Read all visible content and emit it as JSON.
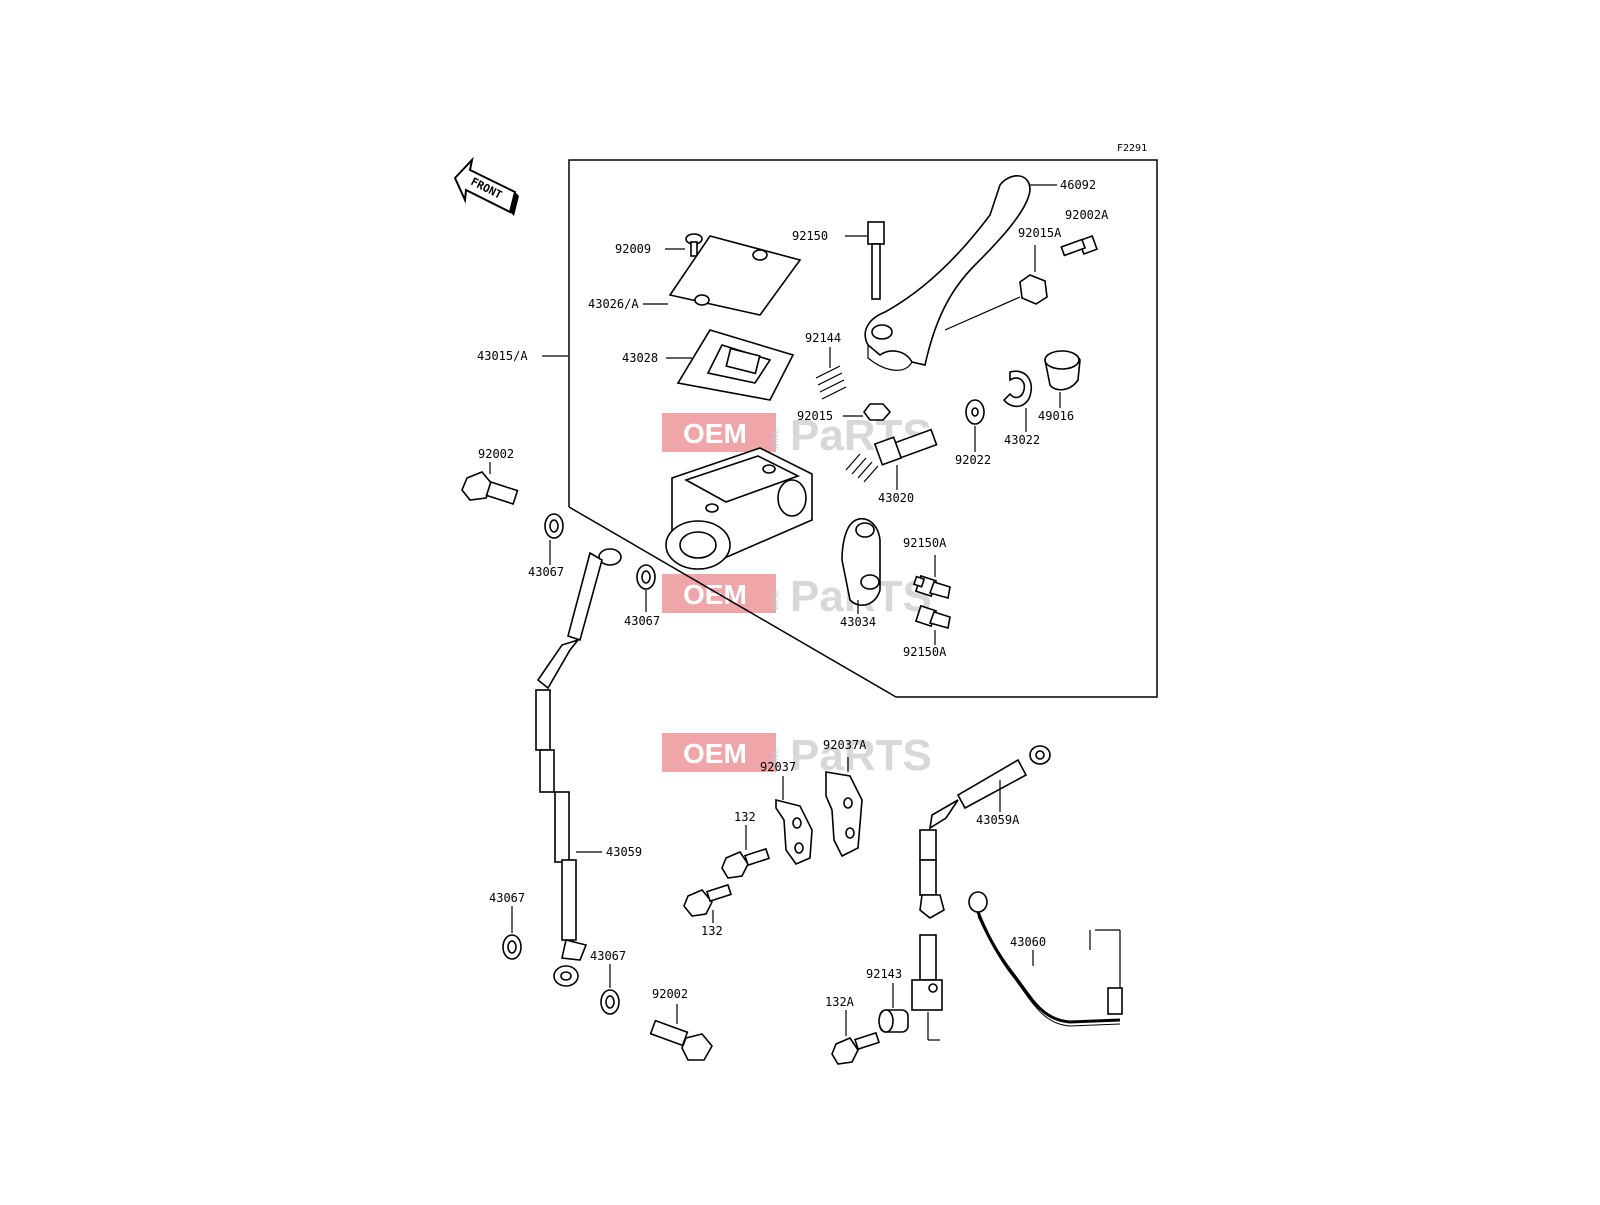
{
  "figure_code": "F2291",
  "front_label": "FRONT",
  "watermark": {
    "oem": "OEM",
    "bike": "BIKE",
    "parts": "PaRTS"
  },
  "labels": {
    "p46092": "46092",
    "p92002A": "92002A",
    "p92015A": "92015A",
    "p92150": "92150",
    "p92009": "92009",
    "p43026A": "43026/A",
    "p43015A": "43015/A",
    "p43028": "43028",
    "p92144": "92144",
    "p92015": "92015",
    "p92022": "92022",
    "p43022": "43022",
    "p49016": "49016",
    "p43020": "43020",
    "p92002_top": "92002",
    "p43067_a": "43067",
    "p43067_b": "43067",
    "p92150A_a": "92150A",
    "p92150A_b": "92150A",
    "p43034": "43034",
    "p92037A": "92037A",
    "p92037": "92037",
    "p132_a": "132",
    "p132_b": "132",
    "p43059": "43059",
    "p43059A": "43059A",
    "p43067_c": "43067",
    "p43067_d": "43067",
    "p92002_bottom": "92002",
    "p43060": "43060",
    "p92143": "92143",
    "p132A": "132A"
  }
}
